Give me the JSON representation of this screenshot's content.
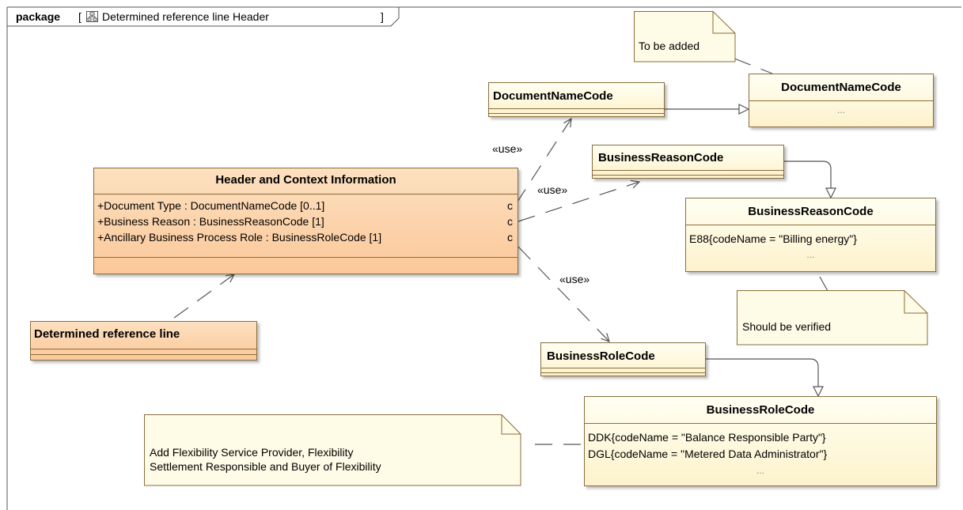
{
  "package": {
    "keyword": "package",
    "open_bracket": "[",
    "title": "Determined reference line Header",
    "close_bracket": "]",
    "icon": "diagram-icon"
  },
  "header_class": {
    "name": "Header and Context Information",
    "attributes": [
      "+Document Type : DocumentNameCode [0..1]",
      "+Business Reason : BusinessReasonCode [1]",
      "+Ancillary Business Process Role : BusinessRoleCode [1]"
    ],
    "ports": [
      "c",
      "c",
      "c"
    ],
    "color": "#fbc89a"
  },
  "determined_class": {
    "name": "Determined reference line"
  },
  "left_types": {
    "document_name_code": "DocumentNameCode",
    "business_reason_code": "BusinessReasonCode",
    "business_role_code": "BusinessRoleCode"
  },
  "enumerations": {
    "document_name_code": {
      "name": "DocumentNameCode",
      "more": "..."
    },
    "business_reason_code": {
      "name": "BusinessReasonCode",
      "literals": [
        "E88{codeName = \"Billing energy\"}"
      ],
      "more": "..."
    },
    "business_role_code": {
      "name": "BusinessRoleCode",
      "literals": [
        "DDK{codeName = \"Balance Responsible Party\"}",
        "DGL{codeName = \"Metered Data Administrator\"}"
      ],
      "more": "..."
    }
  },
  "notes": {
    "to_be_added": "To be added",
    "should_be_verified": "Should be verified",
    "flexibility_line1": "Add Flexibility Service Provider, Flexibility",
    "flexibility_line2": "Settlement Responsible and Buyer of Flexibility"
  },
  "dependency_labels": {
    "use1": "«use»",
    "use2": "«use»",
    "use3": "«use»"
  },
  "colors": {
    "class_fill_yellow": "#fdf2cc",
    "class_fill_orange": "#fbc89a",
    "note_fill": "#fefbe6",
    "border": "#8a6d3b",
    "line": "#555555"
  }
}
